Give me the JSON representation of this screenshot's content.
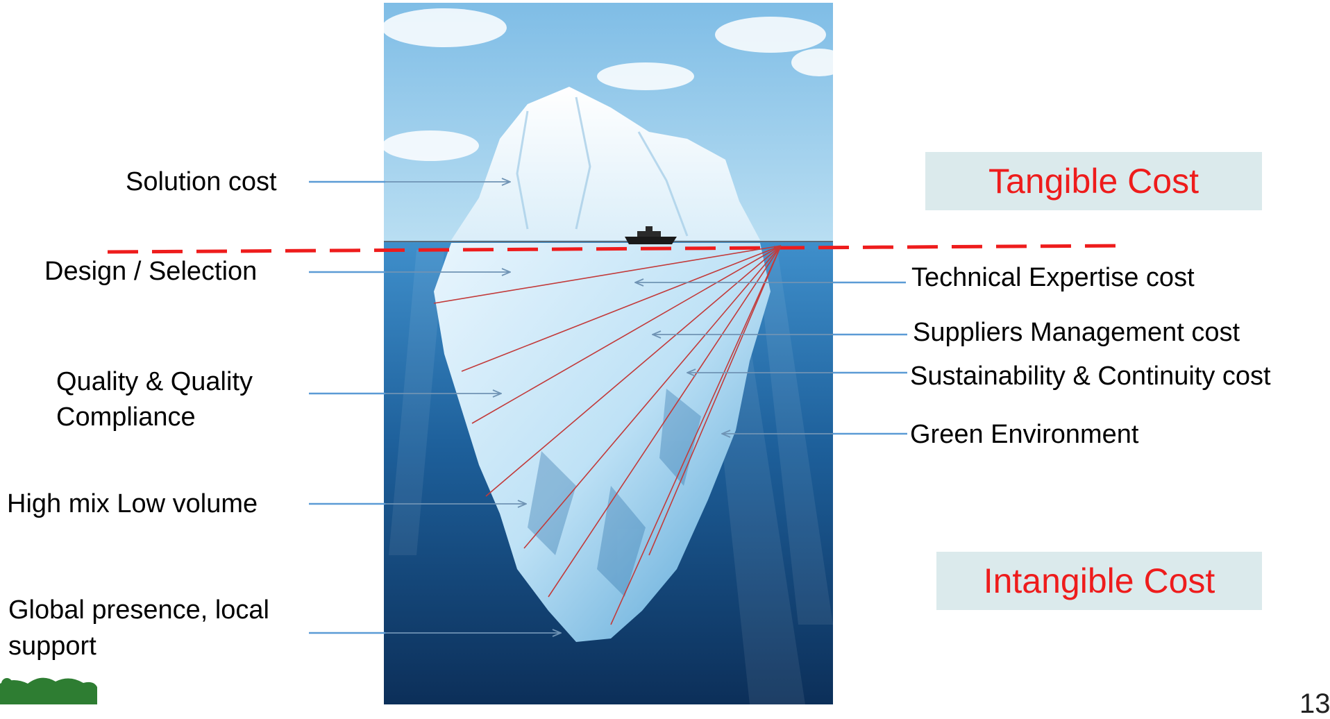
{
  "left_labels": {
    "solution_cost": "Solution cost",
    "design_selection": "Design / Selection",
    "quality_line1": "Quality  & Quality",
    "quality_line2": "Compliance",
    "high_mix": "High mix Low volume",
    "global_line1": "Global presence, local",
    "global_line2": "support"
  },
  "right_labels": {
    "technical_expertise": "Technical Expertise cost",
    "suppliers_management": "Suppliers Management cost",
    "sustainability": "Sustainability & Continuity cost",
    "green_environment": "Green Environment"
  },
  "boxes": {
    "tangible": "Tangible Cost",
    "intangible": "Intangible Cost"
  },
  "slide_number": "13",
  "colors": {
    "accent_red": "#ee1c1c",
    "box_fill": "#dbeaec",
    "pointer_blue": "#5b9bd5",
    "sky": "#8ec8ea",
    "deep_sea": "#0f3d6e",
    "logo_green": "#2e7d32"
  }
}
